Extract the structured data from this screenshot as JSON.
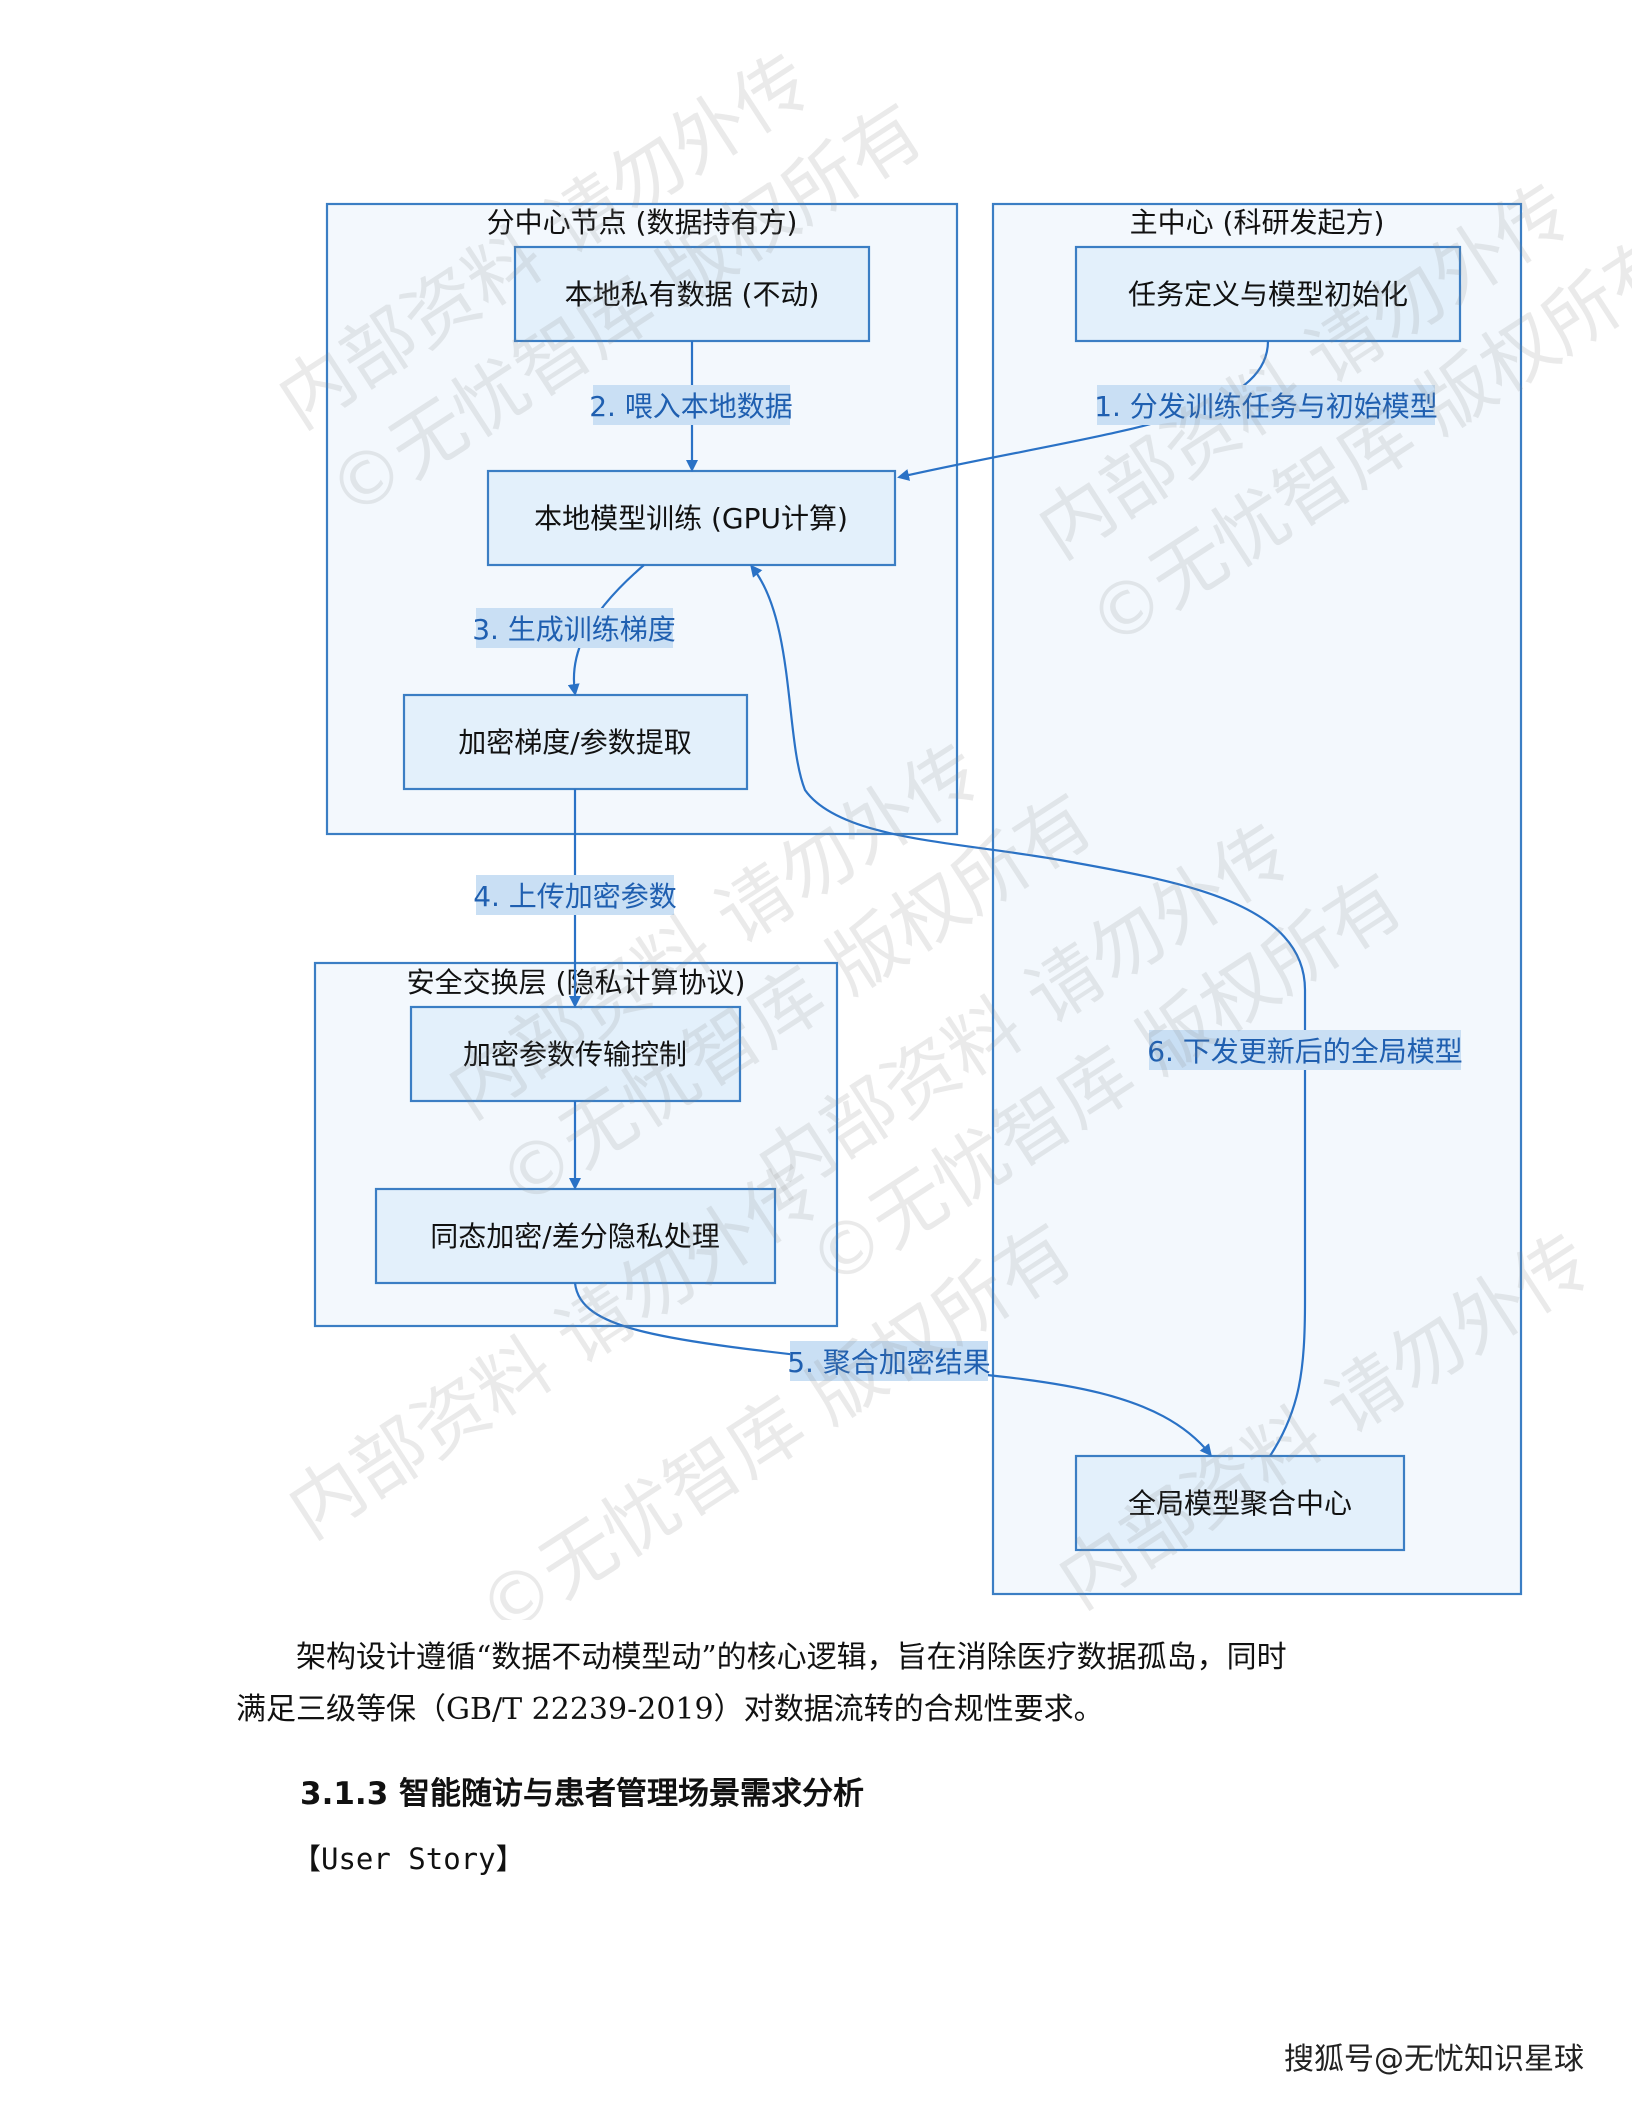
{
  "diagram": {
    "clusters": {
      "branch": "分中心节点 (数据持有方)",
      "main": "主中心 (科研发起方)",
      "secure": "安全交换层 (隐私计算协议)"
    },
    "nodes": {
      "local_data": "本地私有数据 (不动)",
      "task_def": "任务定义与模型初始化",
      "local_train": "本地模型训练 (GPU计算)",
      "encrypt_extract": "加密梯度/参数提取",
      "transfer_ctrl": "加密参数传输控制",
      "he_dp": "同态加密/差分隐私处理",
      "aggregate": "全局模型聚合中心"
    },
    "edges": {
      "e1": "1. 分发训练任务与初始模型",
      "e2": "2. 喂入本地数据",
      "e3": "3. 生成训练梯度",
      "e4": "4. 上传加密参数",
      "e5": "5. 聚合加密结果",
      "e6": "6. 下发更新后的全局模型"
    },
    "watermark": {
      "line1": "内部资料 请勿外传",
      "line2": "©无忧智库 版权所有"
    }
  },
  "body": {
    "paragraph_line1": "架构设计遵循“数据不动模型动”的核心逻辑，旨在消除医疗数据孤岛，同时",
    "paragraph_line2": "满足三级等保（GB/T 22239-2019）对数据流转的合规性要求。",
    "section_heading": "3.1.3 智能随访与患者管理场景需求分析",
    "user_story": "【User Story】"
  },
  "footer": {
    "credit": "搜狐号@无忧知识星球"
  }
}
